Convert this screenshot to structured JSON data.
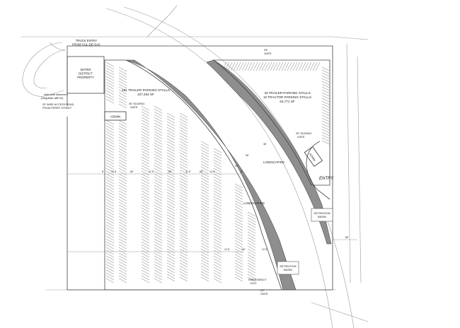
{
  "labels": {
    "truck_entry": [
      "TRUCK ENTRY",
      "FROM CUL-DE-SAC"
    ],
    "water_district": [
      "WATER",
      "DISTRICT",
      "PROPERTY"
    ],
    "shift_easement": [
      "shift wide easement",
      "(Negotiate with ID)"
    ],
    "access_road": [
      "25' WIDE ACCESS ROAD",
      "FROM PERRY STREET"
    ],
    "admin_left": "ADMIN",
    "admin_right": "ADMIN",
    "west_lot": [
      "181 TRAILER PARKING STALLS",
      "227,464 SF"
    ],
    "east_lot": [
      "43 TRAILER PARKING STALLS",
      "10 TRACTOR PARKING STALLS",
      "64,771 SF"
    ],
    "gate_west": [
      "30' SLIDING",
      "GATE"
    ],
    "gate_east": [
      "25' SLIDING",
      "GATE"
    ],
    "gate_top": [
      "25'",
      "GATE"
    ],
    "gate_bottom": [
      "25'",
      "GATE"
    ],
    "landscaping_1": "LANDSCAPING",
    "landscaping_2": "LANDSCAPING",
    "entry": "ENTRY",
    "detention_1": [
      "DETENTION",
      "BASIN"
    ],
    "detention_2": [
      "DETENTION",
      "BASIN"
    ],
    "emergency_exit": [
      "EMERGENCY",
      "EXIT"
    ],
    "dims_row": [
      "5'",
      "12.5'",
      "60'",
      "11.5'",
      "60'",
      "11.5'",
      "60'",
      "12.5'",
      "5'"
    ],
    "dims_bottom": [
      "12.5'",
      "60'",
      "12.5'"
    ],
    "dim_right": "80'",
    "dim_misc": [
      "36'",
      "55'",
      "24'"
    ]
  },
  "colors": {
    "road_band": "#8e8e8e",
    "line": "#444444",
    "faint": "#9a9a9a"
  }
}
